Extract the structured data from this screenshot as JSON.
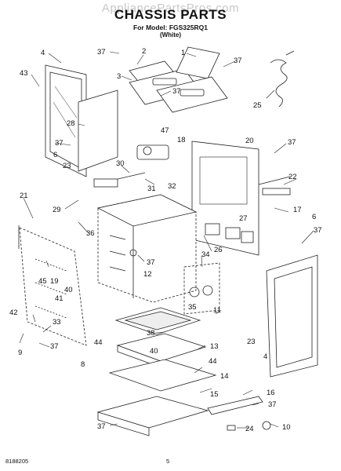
{
  "header": {
    "watermark": "AppliancePartsPros.com",
    "title": "CHASSIS PARTS",
    "model_line": "For Model: FGS325RQ1",
    "variant": "(White)"
  },
  "footer": {
    "doc_number": "8188205",
    "page_number": "5"
  },
  "callouts": [
    {
      "id": "c4a",
      "text": "4"
    },
    {
      "id": "c37a",
      "text": "37"
    },
    {
      "id": "c2",
      "text": "2"
    },
    {
      "id": "c1",
      "text": "1"
    },
    {
      "id": "c37b",
      "text": "37"
    },
    {
      "id": "c43",
      "text": "43"
    },
    {
      "id": "c3",
      "text": "3"
    },
    {
      "id": "c37c",
      "text": "37"
    },
    {
      "id": "c25",
      "text": "25"
    },
    {
      "id": "c28",
      "text": "28"
    },
    {
      "id": "c37d",
      "text": "37"
    },
    {
      "id": "c6a",
      "text": "6"
    },
    {
      "id": "c23a",
      "text": "23"
    },
    {
      "id": "c47",
      "text": "47"
    },
    {
      "id": "c18",
      "text": "18"
    },
    {
      "id": "c20",
      "text": "20"
    },
    {
      "id": "c37e",
      "text": "37"
    },
    {
      "id": "c30",
      "text": "30"
    },
    {
      "id": "c32",
      "text": "32"
    },
    {
      "id": "c31",
      "text": "31"
    },
    {
      "id": "c22",
      "text": "22"
    },
    {
      "id": "c21",
      "text": "21"
    },
    {
      "id": "c29",
      "text": "29"
    },
    {
      "id": "c17",
      "text": "17"
    },
    {
      "id": "c27",
      "text": "27"
    },
    {
      "id": "c6b",
      "text": "6"
    },
    {
      "id": "c36",
      "text": "36"
    },
    {
      "id": "c26",
      "text": "26"
    },
    {
      "id": "c37f",
      "text": "37"
    },
    {
      "id": "c34",
      "text": "34"
    },
    {
      "id": "c37g",
      "text": "37"
    },
    {
      "id": "c45",
      "text": "45"
    },
    {
      "id": "c19",
      "text": "19"
    },
    {
      "id": "c12",
      "text": "12"
    },
    {
      "id": "c40a",
      "text": "40"
    },
    {
      "id": "c35",
      "text": "35"
    },
    {
      "id": "c41",
      "text": "41"
    },
    {
      "id": "c11",
      "text": "11"
    },
    {
      "id": "c42",
      "text": "42"
    },
    {
      "id": "c33",
      "text": "33"
    },
    {
      "id": "c44a",
      "text": "44"
    },
    {
      "id": "c38",
      "text": "38"
    },
    {
      "id": "c40b",
      "text": "40"
    },
    {
      "id": "c9",
      "text": "9"
    },
    {
      "id": "c37h",
      "text": "37"
    },
    {
      "id": "c8",
      "text": "8"
    },
    {
      "id": "c13",
      "text": "13"
    },
    {
      "id": "c23b",
      "text": "23"
    },
    {
      "id": "c4b",
      "text": "4"
    },
    {
      "id": "c44b",
      "text": "44"
    },
    {
      "id": "c14",
      "text": "14"
    },
    {
      "id": "c15",
      "text": "15"
    },
    {
      "id": "c16",
      "text": "16"
    },
    {
      "id": "c37i",
      "text": "37"
    },
    {
      "id": "c37j",
      "text": "37"
    },
    {
      "id": "c24",
      "text": "24"
    },
    {
      "id": "c10",
      "text": "10"
    }
  ]
}
